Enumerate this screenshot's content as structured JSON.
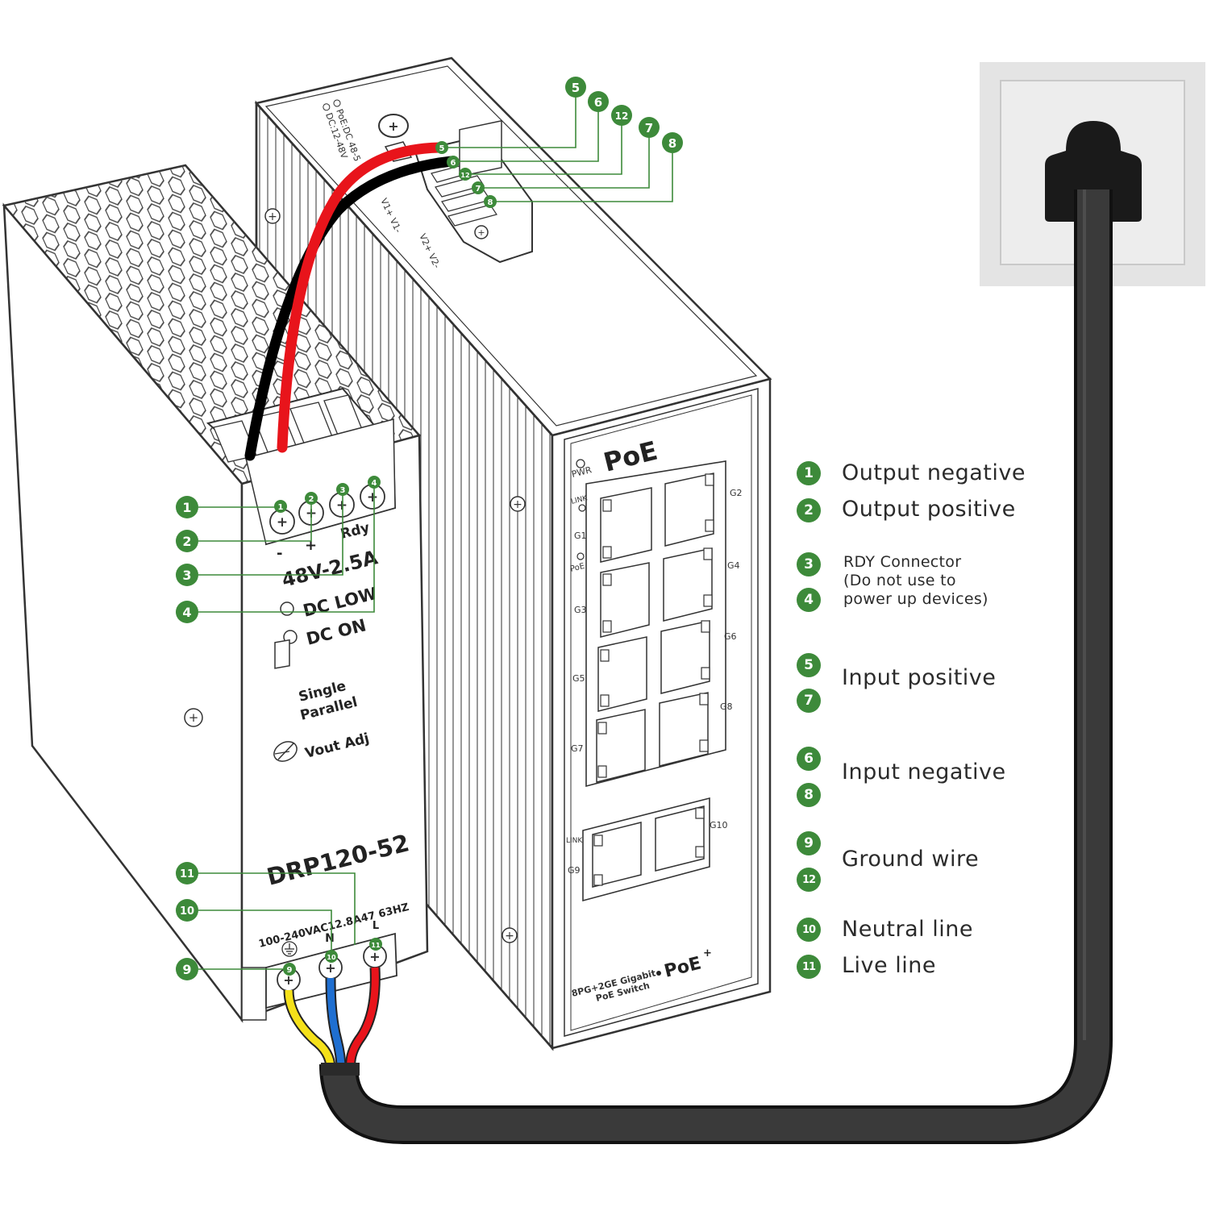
{
  "power_supply": {
    "model": "DRP120-52",
    "rating": "48V-2.5A",
    "dc_low": "DC LOW",
    "dc_on": "DC ON",
    "switch_single": "Single",
    "switch_parallel": "Parallel",
    "vout_adj": "Vout Adj",
    "rdy": "Rdy",
    "minus": "-",
    "plus": "+",
    "ac_input": "100-240VAC12.8A47 63HZ",
    "neutral_mark": "N",
    "live_mark": "L"
  },
  "switch": {
    "brand": "PoE",
    "pwr": "PWR",
    "link": "LINK",
    "poe_led": "PoE",
    "ports": [
      "G1",
      "G2",
      "G3",
      "G4",
      "G5",
      "G6",
      "G7",
      "G8",
      "G9",
      "G10"
    ],
    "link2": "LINK",
    "footer_line1": "8PG+2GE Gigabit",
    "footer_line2": "PoE Switch",
    "footer_brand": "PoE",
    "footer_sup": "+",
    "top_label1": "PoE:DC 48-5",
    "top_label2": "DC:12-48V",
    "v1": "V1+ V1-",
    "v2": "V2+ V2-"
  },
  "callouts": {
    "n1": "1",
    "n2": "2",
    "n3": "3",
    "n4": "4",
    "n5": "5",
    "n6": "6",
    "n7": "7",
    "n8": "8",
    "n9": "9",
    "n10": "10",
    "n11": "11",
    "n12": "12"
  },
  "legend": [
    {
      "nums": [
        "1"
      ],
      "text": "Output negative"
    },
    {
      "nums": [
        "2"
      ],
      "text": "Output positive"
    },
    {
      "nums": [
        "3",
        "4"
      ],
      "lines": [
        "RDY Connector",
        "(Do not use to",
        "power up devices)"
      ]
    },
    {
      "nums": [
        "5",
        "7"
      ],
      "text": "Input positive"
    },
    {
      "nums": [
        "6",
        "8"
      ],
      "text": "Input negative"
    },
    {
      "nums": [
        "9",
        "12"
      ],
      "text": "Ground wire"
    },
    {
      "nums": [
        "10"
      ],
      "text": "Neutral line"
    },
    {
      "nums": [
        "11"
      ],
      "text": "Live line"
    }
  ],
  "colors": {
    "callout_green": "#3d8a3a",
    "wire_red": "#e8141b",
    "wire_black": "#111111",
    "wire_yellow": "#f5e11a",
    "wire_blue": "#1f6fd1",
    "cable_gray": "#3a3a3a",
    "outlet_bg": "#e4e4e4"
  }
}
